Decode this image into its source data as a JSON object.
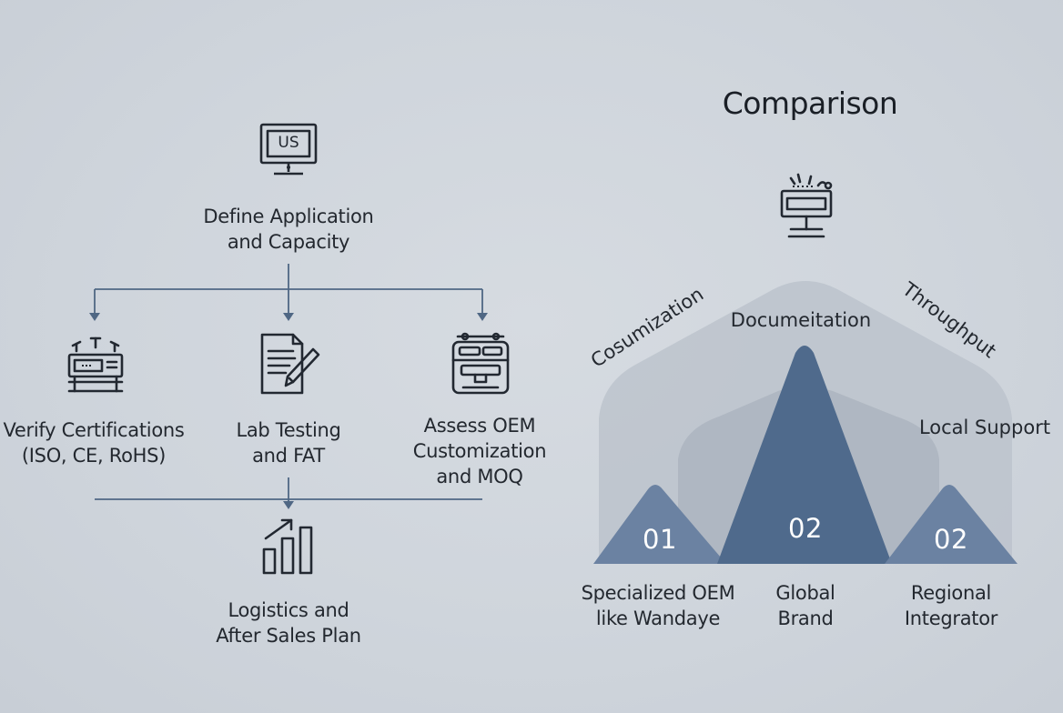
{
  "flow": {
    "monitor_text": "US",
    "define": "Define Application\nand Capacity",
    "verify": "Verify Certifications\n(ISO, CE, RoHS)",
    "lab": "Lab Testing\nand FAT",
    "assess": "Assess OEM\nCustomization\nand MOQ",
    "logistics": "Logistics and\nAfter Sales Plan"
  },
  "comparison": {
    "title": "Comparison",
    "arc_labels": {
      "left": "Cosumization",
      "top": "Documeitation",
      "right": "Throughput",
      "side": "Local Support"
    },
    "peaks": [
      {
        "number": "01",
        "label": "Specialized OEM\nlike Wandaye"
      },
      {
        "number": "02",
        "label": "Global\nBrand"
      },
      {
        "number": "02",
        "label": "Regional\nIntegrator"
      }
    ]
  },
  "colors": {
    "line": "#4f6784",
    "icon_stroke": "#222831",
    "peak_dark": "#4f6a8c",
    "peak_light": "#6b82a2",
    "arch_outer": "#bcc3cc",
    "arch_inner": "#adb5c0"
  },
  "icons": [
    "monitor-icon",
    "certification-device-icon",
    "document-pen-icon",
    "oem-machine-icon",
    "growth-chart-icon",
    "robot-terminal-icon"
  ]
}
